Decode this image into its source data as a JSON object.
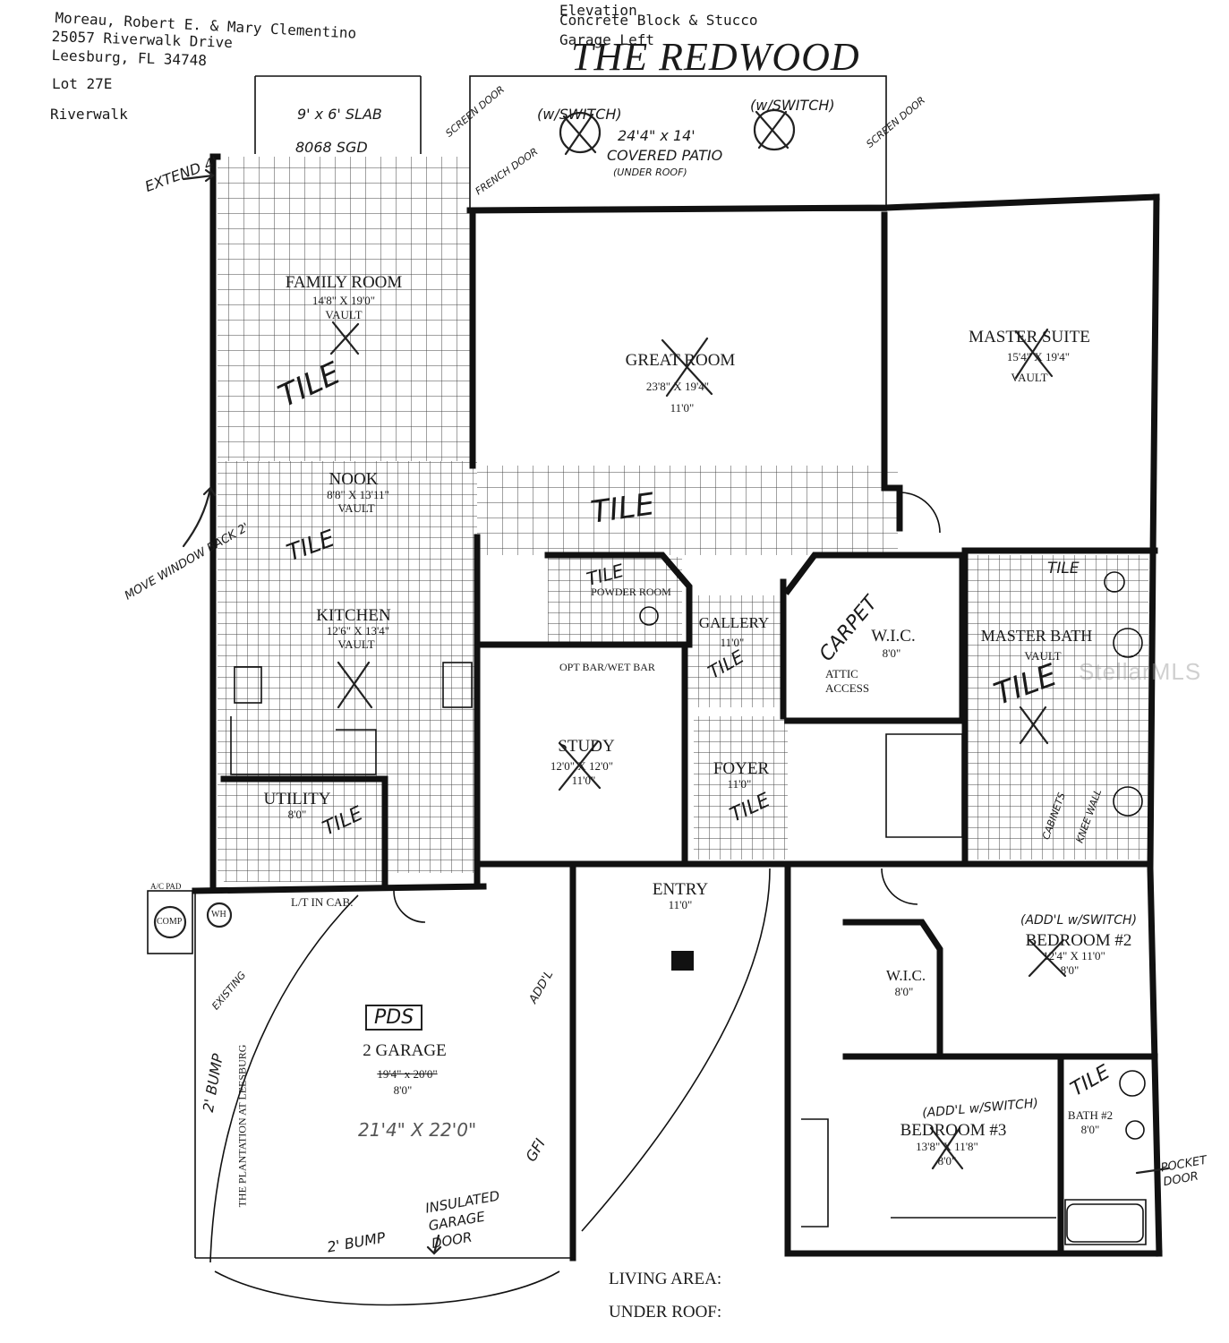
{
  "header": {
    "owner_line": "Moreau, Robert E. & Mary Clementino",
    "address_line": "25057 Riverwalk Drive",
    "city_line": "Leesburg, FL  34748",
    "lot_line": "Lot 27E",
    "community_line": "Riverwalk",
    "elevation_line1": "Elevation",
    "elevation_line2": "Concrete Block & Stucco",
    "elevation_line3": "Garage Left",
    "plan_title": "THE REDWOOD"
  },
  "rooms": {
    "family_room": {
      "name": "FAMILY ROOM",
      "dim": "14'8\" X 19'0\"",
      "ceiling": "VAULT"
    },
    "great_room": {
      "name": "GREAT ROOM",
      "dim": "23'8\" X 19'4\"",
      "ceiling": "11'0\""
    },
    "master_suite": {
      "name": "MASTER SUITE",
      "dim": "15'4\" X 19'4\"",
      "ceiling": "VAULT"
    },
    "nook": {
      "name": "NOOK",
      "dim": "8'8\" X 13'11\"",
      "ceiling": "VAULT"
    },
    "kitchen": {
      "name": "KITCHEN",
      "dim": "12'6\" X 13'4\"",
      "ceiling": "VAULT"
    },
    "powder_room": {
      "name": "POWDER ROOM"
    },
    "gallery": {
      "name": "GALLERY",
      "ceiling": "11'0\""
    },
    "wic_master": {
      "name": "W.I.C.",
      "ceiling": "8'0\""
    },
    "master_bath": {
      "name": "MASTER BATH",
      "ceiling": "VAULT"
    },
    "study": {
      "name": "STUDY",
      "dim": "12'0\" X 12'0\"",
      "ceiling": "11'0\""
    },
    "foyer": {
      "name": "FOYER",
      "ceiling": "11'0\""
    },
    "utility": {
      "name": "UTILITY",
      "ceiling": "8'0\""
    },
    "entry": {
      "name": "ENTRY",
      "ceiling": "11'0\""
    },
    "garage": {
      "name": "2 GARAGE",
      "dim": "19'4\" x 20'0\"",
      "ceiling": "8'0\""
    },
    "bedroom2": {
      "name": "BEDROOM #2",
      "dim": "12'4\" X 11'0\"",
      "ceiling": "8'0\""
    },
    "wic_bed2": {
      "name": "W.I.C.",
      "ceiling": "8'0\""
    },
    "bedroom3": {
      "name": "BEDROOM #3",
      "dim": "13'8\" X 11'8\"",
      "ceiling": "8'0\""
    },
    "bath2": {
      "name": "BATH #2",
      "ceiling": "8'0\""
    }
  },
  "annotations": {
    "slab": "9' x 6' SLAB",
    "sgd": "8068 SGD",
    "screen_door_left": "SCREEN DOOR",
    "screen_door_right": "SCREEN DOOR",
    "french_door": "FRENCH DOOR",
    "switch_left": "(w/SWITCH)",
    "switch_right": "(w/SWITCH)",
    "patio_dim": "24'4\" x 14'",
    "patio_name": "COVERED PATIO",
    "patio_note": "(UNDER ROOF)",
    "extend": "EXTEND 4'",
    "move_window": "MOVE WINDOW BACK 2'",
    "tile": "TILE",
    "carpet": "CARPET",
    "attic": "ATTIC ACCESS",
    "opt_bar": "OPT BAR/WET BAR",
    "lt_cab": "L/T IN CAB.",
    "pds": "PDS",
    "garage_actual": "21'4\" X 22'0\"",
    "bump_side": "2' BUMP",
    "bump_bottom": "2' BUMP",
    "insulated": "INSULATED GARAGE DOOR",
    "gfi": "GFI",
    "addl": "ADD'L",
    "existing": "EXISTING",
    "plantation": "THE PLANTATION AT LEESBURG",
    "bed2_note": "(ADD'L w/SWITCH)",
    "bed3_note": "(ADD'L w/SWITCH)",
    "pocket_door": "POCKET DOOR",
    "cabinets": "CABINETS",
    "knee_wall": "KNEE WALL",
    "comp": "COMP",
    "wh": "WH",
    "ac_pad": "A/C PAD"
  },
  "footer": {
    "living_area": "LIVING AREA:",
    "under_roof": "UNDER ROOF:"
  },
  "watermark": "StellarMLS"
}
